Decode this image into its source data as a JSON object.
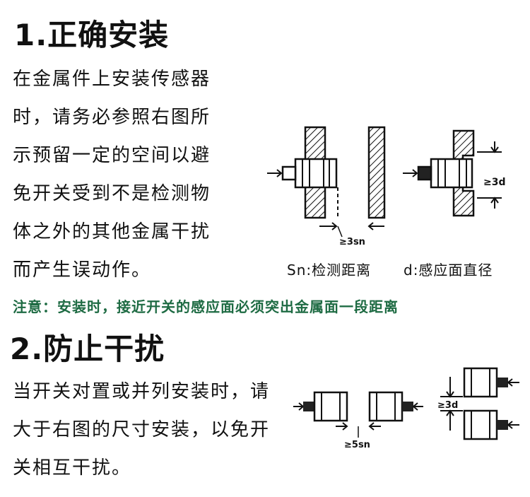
{
  "section1": {
    "title": "1.正确安装",
    "lines": [
      "在金属件上安装传感器",
      "时，请务必参照右图所",
      "示预留一定的空间以避",
      "免开关受到不是检测物",
      "体之外的其他金属干扰",
      "而产生误动作。"
    ],
    "note": "注意：安装时，接近开关的感应面必须突出金属面一段距离",
    "diagram": {
      "label_sn_distance": "≥3sn",
      "label_d_distance": "≥3d",
      "caption_sn": "Sn:检测距离",
      "caption_d": "d:感应面直径"
    }
  },
  "section2": {
    "title": "2.防止干扰",
    "lines": [
      "当开关对置或并列安装时，请",
      "大于右图的尺寸安装，以免开",
      "关相互干扰。"
    ],
    "diagram": {
      "label_sn_distance": "≥5sn",
      "label_d_distance": "≥3d"
    }
  },
  "colors": {
    "note_green": "#1e6b43",
    "text": "#111111"
  }
}
